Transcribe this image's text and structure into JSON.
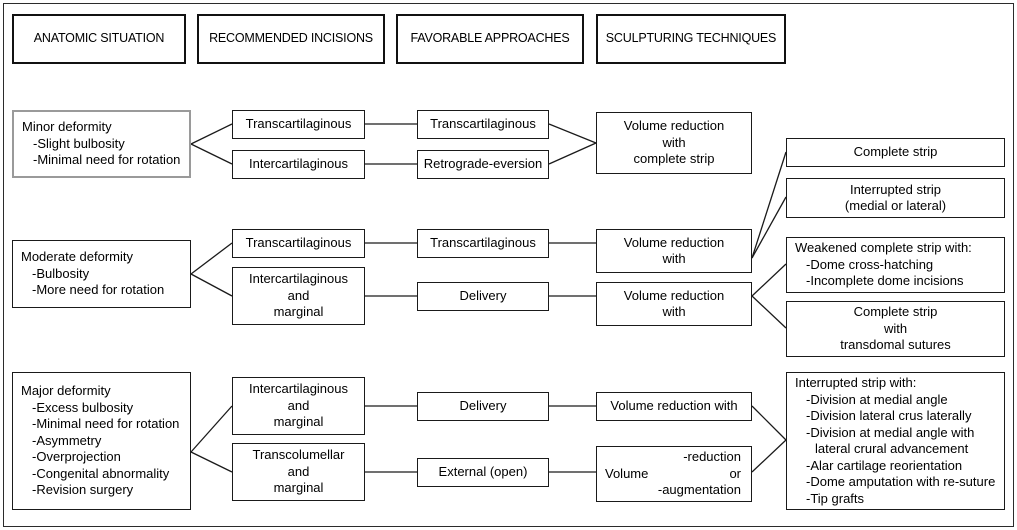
{
  "figure": {
    "title": "Rhinoplasty anatomic situation decision flowchart",
    "accent_color": "#1a1a1a",
    "muted_border_color": "#9a9a9a",
    "background": "#ffffff"
  },
  "headers": [
    {
      "label": "ANATOMIC SITUATION"
    },
    {
      "label": "RECOMMENDED INCISIONS"
    },
    {
      "label": "FAVORABLE APPROACHES"
    },
    {
      "label": "SCULPTURING TECHNIQUES"
    }
  ],
  "rows": {
    "minor": {
      "situation": {
        "title": "Minor deformity",
        "bullets": [
          "-Slight bulbosity",
          "-Minimal need for rotation"
        ]
      },
      "incisions": [
        {
          "label": "Transcartilaginous"
        },
        {
          "label": "Intercartilaginous"
        }
      ],
      "approaches": [
        {
          "label": "Transcartilaginous"
        },
        {
          "label": "Retrograde-eversion"
        }
      ],
      "techniques": [
        {
          "lines": [
            "Volume reduction",
            "with",
            "complete strip"
          ]
        }
      ]
    },
    "moderate": {
      "situation": {
        "title": "Moderate deformity",
        "bullets": [
          "-Bulbosity",
          "-More need for rotation"
        ]
      },
      "incisions": [
        {
          "lines": [
            "Transcartilaginous"
          ]
        },
        {
          "lines": [
            "Intercartilaginous",
            "and",
            "marginal"
          ]
        }
      ],
      "approaches": [
        {
          "label": "Transcartilaginous"
        },
        {
          "label": "Delivery"
        }
      ],
      "techniques": [
        {
          "lines": [
            "Volume reduction",
            "with"
          ]
        },
        {
          "lines": [
            "Volume reduction",
            "with"
          ]
        }
      ]
    },
    "major": {
      "situation": {
        "title": "Major deformity",
        "bullets": [
          "-Excess bulbosity",
          "-Minimal need for rotation",
          "-Asymmetry",
          "-Overprojection",
          "-Congenital abnormality",
          "-Revision surgery"
        ]
      },
      "incisions": [
        {
          "lines": [
            "Intercartilaginous",
            "and",
            "marginal"
          ]
        },
        {
          "lines": [
            "Transcolumellar",
            "and",
            "marginal"
          ]
        }
      ],
      "approaches": [
        {
          "label": "Delivery"
        },
        {
          "label": "External (open)"
        }
      ],
      "techniques": [
        {
          "lines": [
            "Volume reduction with"
          ]
        },
        {
          "word": "Volume",
          "lines": [
            "-reduction",
            "or",
            "-augmentation"
          ]
        }
      ]
    }
  },
  "outcomes": [
    {
      "id": "complete-strip",
      "lines": [
        "Complete strip"
      ]
    },
    {
      "id": "interrupted-strip",
      "lines": [
        "Interrupted strip",
        "(medial or lateral)"
      ]
    },
    {
      "id": "weakened-complete-strip",
      "title": "Weakened complete strip with:",
      "bullets": [
        "-Dome cross-hatching",
        "-Incomplete dome incisions"
      ]
    },
    {
      "id": "complete-strip-transdomal",
      "lines": [
        "Complete strip",
        "with",
        "transdomal sutures"
      ]
    },
    {
      "id": "interrupted-strip-with",
      "title": "Interrupted strip with:",
      "bullets": [
        "-Division at medial angle",
        "-Division lateral crus laterally",
        "-Division at medial angle with",
        "lateral crural advancement",
        "-Alar cartilage reorientation",
        "-Dome amputation with re-suture",
        "-Tip grafts"
      ]
    }
  ]
}
